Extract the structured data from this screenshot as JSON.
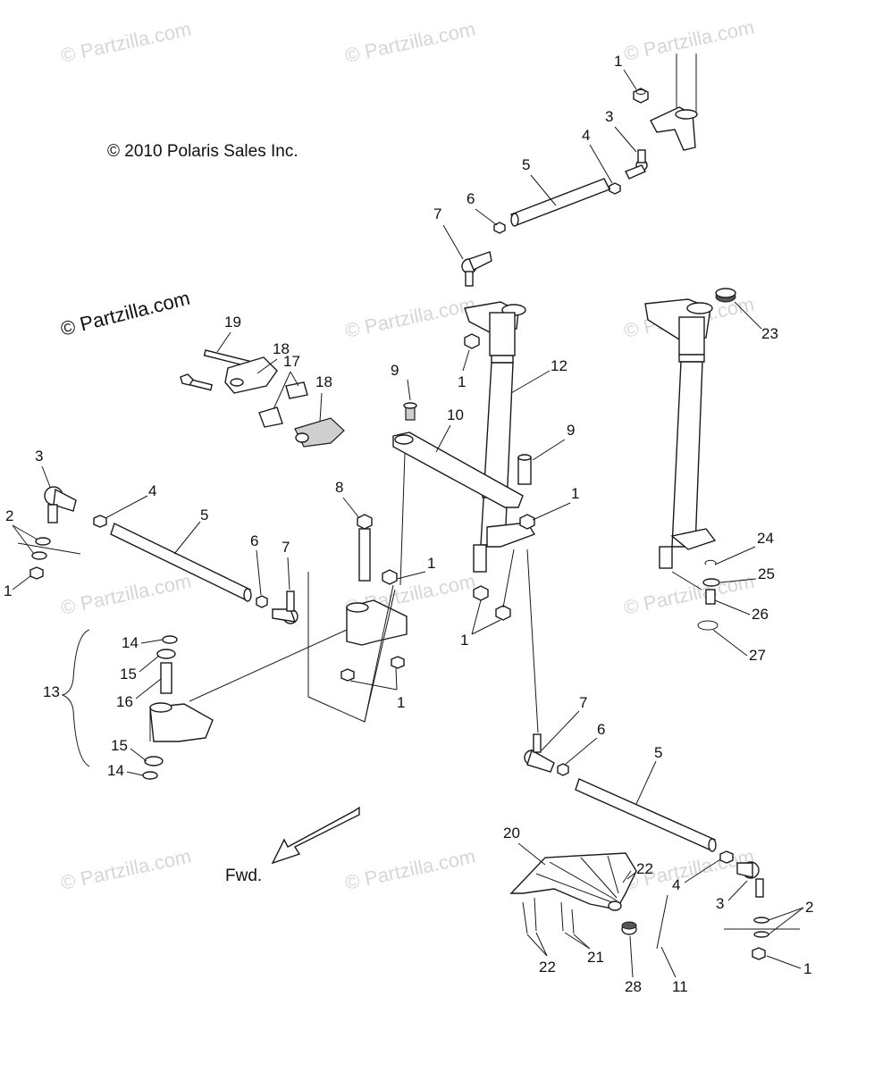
{
  "copyright": "© 2010 Polaris Sales Inc.",
  "watermark": "© Partzilla.com",
  "brand_text": "© Partzilla.com",
  "direction_label": "Fwd.",
  "callouts": [
    "1",
    "2",
    "3",
    "4",
    "5",
    "6",
    "7",
    "8",
    "9",
    "10",
    "11",
    "12",
    "13",
    "14",
    "15",
    "16",
    "17",
    "18",
    "19",
    "20",
    "21",
    "22",
    "23",
    "24",
    "25",
    "26",
    "27",
    "28"
  ]
}
